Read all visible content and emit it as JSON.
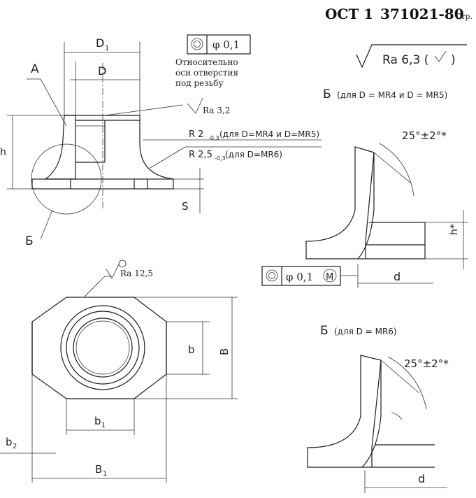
{
  "header": {
    "code": "ОСТ 1",
    "number": "371021-80",
    "page_label": "Стр."
  },
  "roughness": {
    "general": "Ra 6,3 (",
    "bore": "Ra 3,2",
    "edge": "Ra 12,5"
  },
  "tolerance": {
    "symbol_1": "◎",
    "value_1": "φ 0,1",
    "note_lines": [
      "Относительно",
      "оси отверстия",
      "под резьбу"
    ],
    "value_2": "φ 0,1",
    "modifier_2": "M"
  },
  "labels": {
    "A": "А",
    "B_section": "Б",
    "D1": "D",
    "D1_sub": "1",
    "D": "D",
    "h": "h",
    "S": "S",
    "b": "b",
    "B": "B",
    "b1": "b",
    "b1_sub": "1",
    "b2": "b",
    "b2_sub": "2",
    "B1": "B",
    "B1_sub": "1",
    "d_1": "d",
    "d_2": "d",
    "h_star": "h*"
  },
  "notes": {
    "r_small": "R 2",
    "r_small_tol": "-0,3",
    "r_small_cond": "(для D=MR4 и D=MR5)",
    "r_large": "R 2,5",
    "r_large_tol": "-0,3",
    "r_large_cond": "(для D=MR6)"
  },
  "details": {
    "detail_1_title": "Б",
    "detail_1_cond": "(для  D = MR4  и D = MR5)",
    "detail_2_title": "Б",
    "detail_2_cond": "(для  D = MR6)",
    "angle_1": "25°±2°*",
    "angle_2": "25°±2°*"
  }
}
